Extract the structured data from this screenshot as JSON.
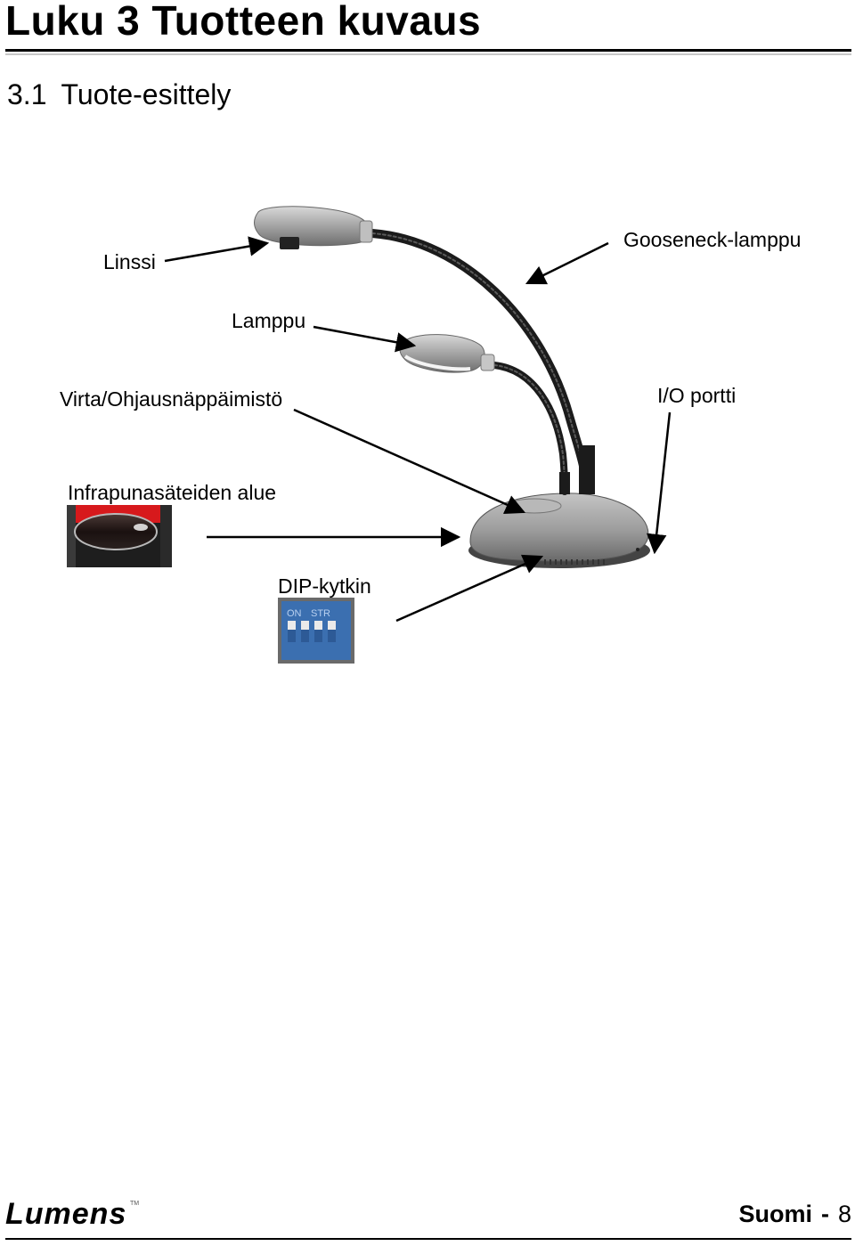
{
  "chapter": {
    "title": "Luku 3 Tuotteen kuvaus"
  },
  "section": {
    "number": "3.1",
    "title": "Tuote-esittely"
  },
  "callouts": {
    "lens": "Linssi",
    "gooseneck": "Gooseneck-lamppu",
    "lamp": "Lamppu",
    "keypad": "Virta/Ohjausnäppäimistö",
    "io_port": "I/O portti",
    "ir_area": "Infrapunasäteiden alue",
    "dip_switch": "DIP-kytkin"
  },
  "dip_switch_panel": {
    "on_label": "ON",
    "str_label": "STR"
  },
  "footer": {
    "logo": "Lumens",
    "logo_tm": "TM",
    "language": "Suomi",
    "separator": "-",
    "page_number": "8"
  }
}
